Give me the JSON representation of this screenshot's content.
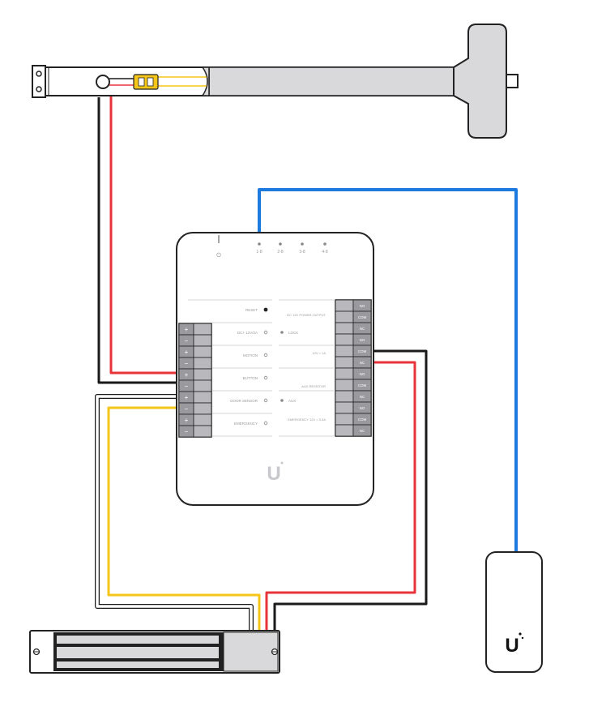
{
  "colors": {
    "outline": "#222222",
    "panel": "#ffffff",
    "bar_fill": "#d9d9dc",
    "terminal_fill": "#9a9a9e",
    "wire_black": "#1a1a1a",
    "wire_red": "#e8333a",
    "wire_yellow": "#f5c518",
    "wire_white": "#ffffff",
    "wire_blue": "#1f7ae0",
    "muted_text": "#8a8a8a"
  },
  "hub": {
    "logo": "U",
    "power_icon": "power-icon",
    "ports": [
      "1-8",
      "2-8",
      "3-8",
      "4-8"
    ],
    "left_labels": [
      {
        "text": "RESET",
        "icon": "reset-icon"
      },
      {
        "text": "DC+ 12V/2A",
        "icon": "power-in-icon"
      },
      {
        "text": "MOTION",
        "icon": "motion-icon"
      },
      {
        "text": "BUTTON",
        "icon": "button-icon"
      },
      {
        "text": "DOOR SENSOR",
        "icon": "door-sensor-icon"
      },
      {
        "text": "EMERGENCY",
        "icon": "emergency-icon"
      }
    ],
    "mid_labels": [
      "LOCK",
      "AUX"
    ],
    "right_labels": [
      "DC 12V POWER OUTPUT",
      "12V = 1A",
      "AUX RESISTOR",
      "EMERGENCY 12V = 0.5A"
    ],
    "left_terminal_signs": [
      "+",
      "−",
      "+",
      "−",
      "+",
      "−",
      "+",
      "−",
      "+",
      "−"
    ],
    "right_terminal_codes": [
      "NO",
      "COM",
      "NC",
      "NO",
      "COM",
      "NC",
      "NO",
      "COM",
      "NC",
      "NO",
      "COM",
      "NC"
    ]
  },
  "reader": {
    "logo": "U"
  }
}
